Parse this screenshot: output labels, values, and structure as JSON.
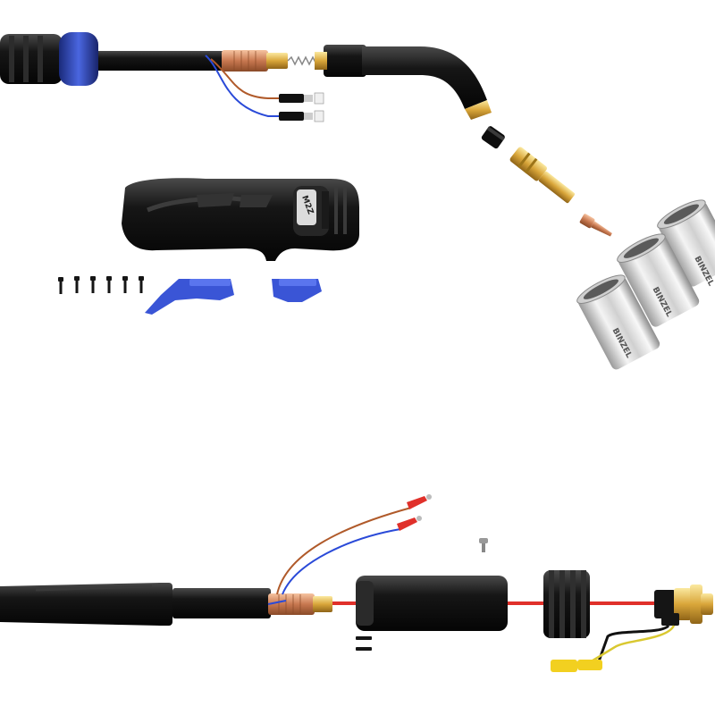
{
  "handle": {
    "model_label": "M2Z"
  },
  "nozzles": [
    {
      "label": "BINZEL"
    },
    {
      "label": "BINZEL"
    },
    {
      "label": "BINZEL"
    }
  ],
  "colors": {
    "accent_blue": "#3a55d6",
    "copper": "#d98a5a",
    "brass": "#e0b040",
    "cable_black": "#1b1b1b",
    "liner_red": "#e0302a"
  }
}
